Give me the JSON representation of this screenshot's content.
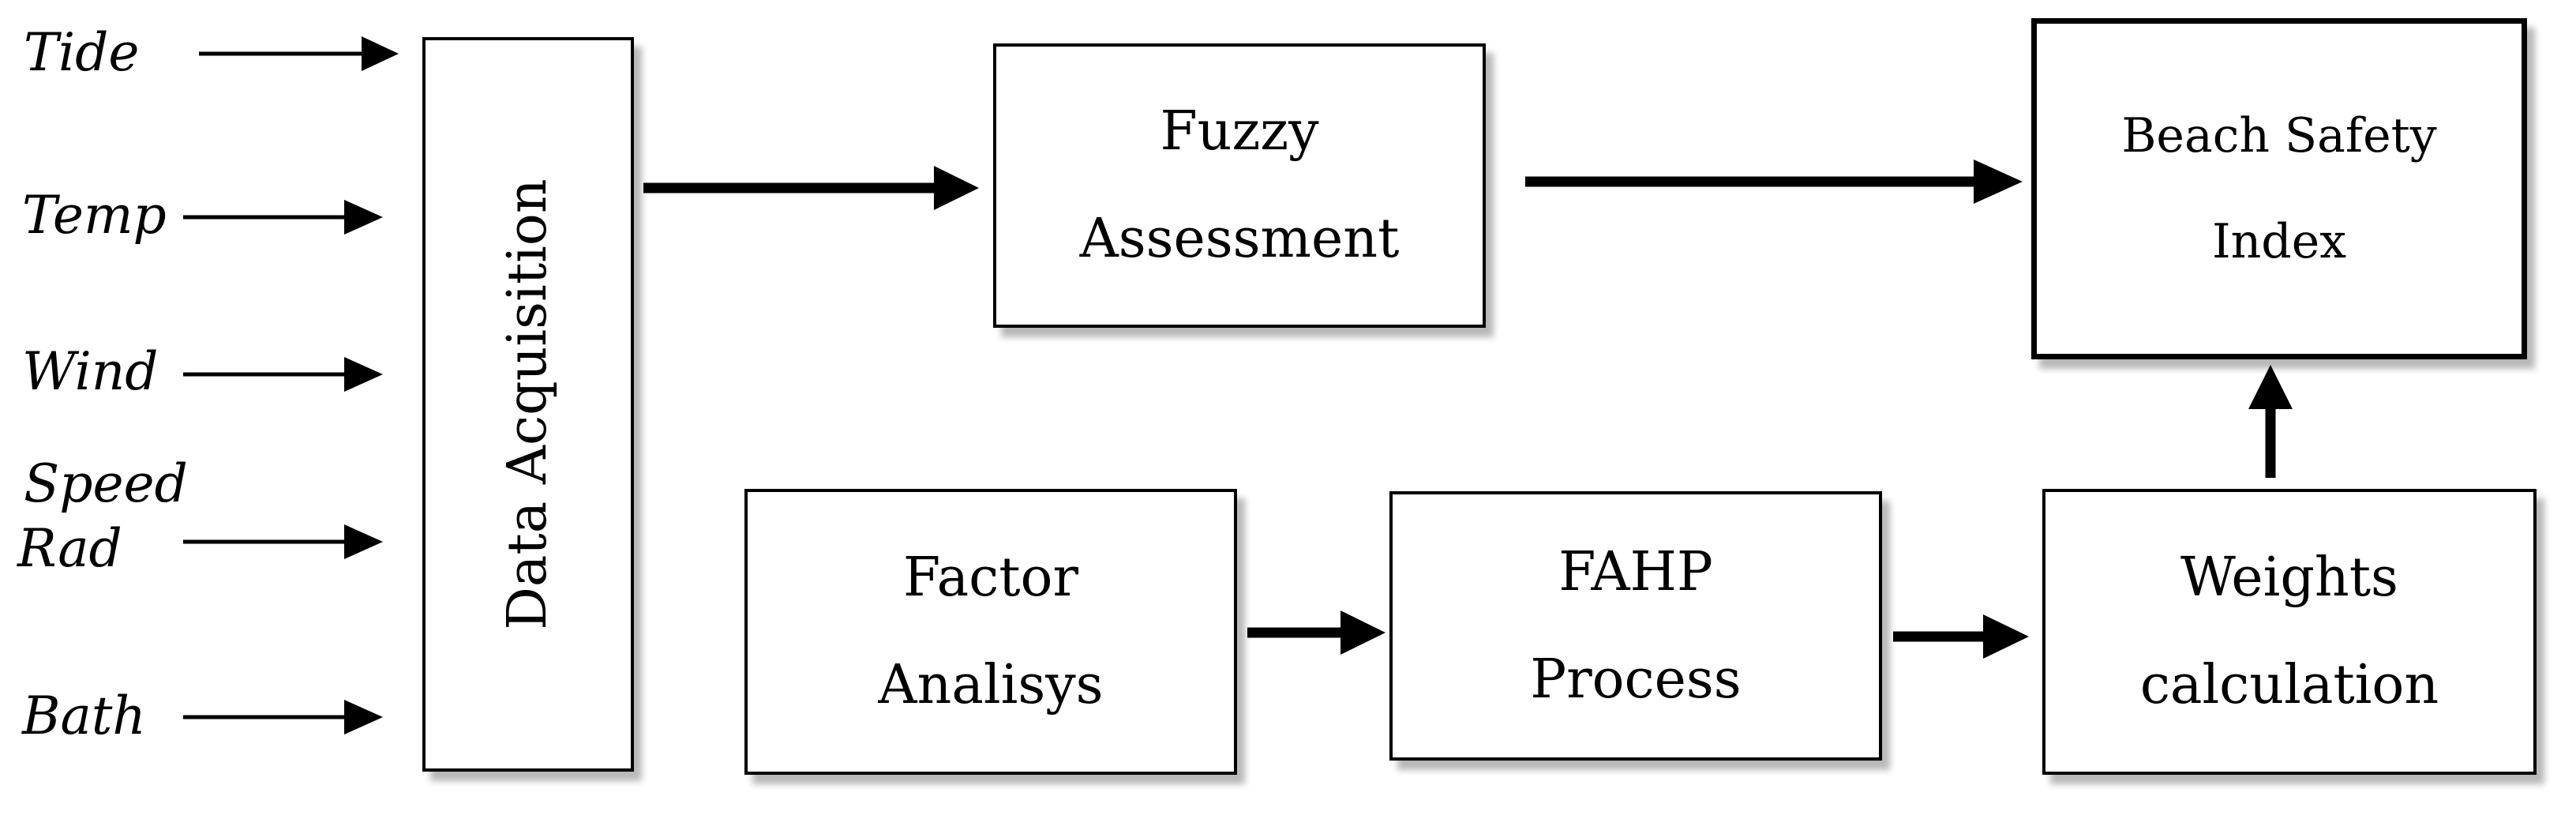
{
  "inputs": {
    "tide": "Tide",
    "temp": "Temp",
    "wind": "Wind",
    "speed": "Speed",
    "rad": "Rad",
    "bath": "Bath"
  },
  "blocks": {
    "data_acquisition": "Data Acquisition",
    "fuzzy_line1": "Fuzzy",
    "fuzzy_line2": "Assessment",
    "bsi_line1": "Beach Safety",
    "bsi_line2": "Index",
    "factor_line1": "Factor",
    "factor_line2": "Analisys",
    "fahp_line1": "FAHP",
    "fahp_line2": "Process",
    "weights_line1": "Weights",
    "weights_line2": "calculation"
  }
}
